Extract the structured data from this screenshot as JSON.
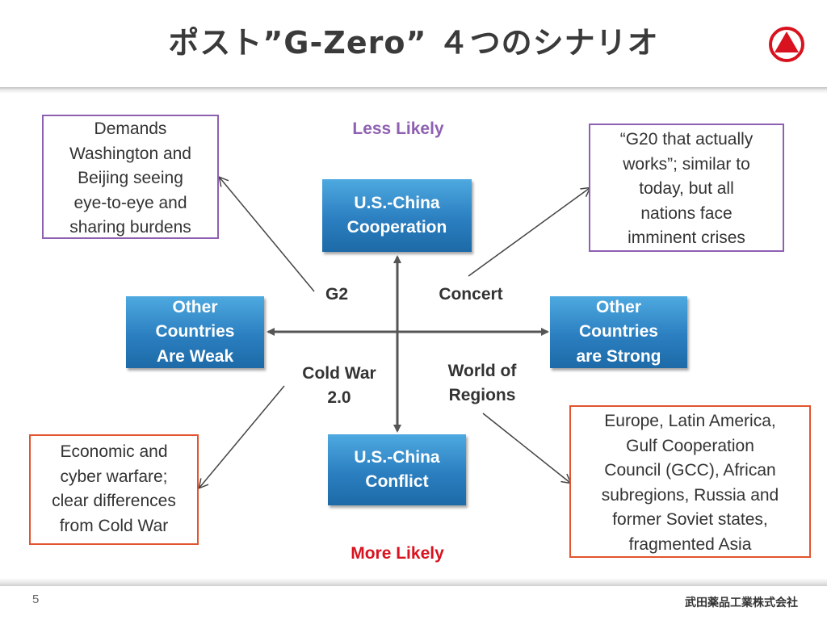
{
  "slide": {
    "title": "ポスト”G-Zero” ４つのシナリオ",
    "page_number": "5",
    "company": "武田薬品工業株式会社",
    "logo_colors": {
      "ring": "#d8121e",
      "triangle": "#d8121e"
    }
  },
  "axis": {
    "top": "U.S.-China Cooperation",
    "bottom": "U.S.-China Conflict",
    "left": "Other Countries Are Weak",
    "right": "Other Countries are Strong",
    "less_likely": "Less Likely",
    "more_likely": "More Likely",
    "top_lines": [
      "U.S.-China",
      "Cooperation"
    ],
    "bottom_lines": [
      "U.S.-China",
      "Conflict"
    ],
    "left_lines": [
      "Other",
      "Countries",
      "Are Weak"
    ],
    "right_lines": [
      "Other",
      "Countries",
      "are Strong"
    ]
  },
  "quadrants": {
    "g2": {
      "label": "G2",
      "description_lines": [
        "Demands",
        "Washington and",
        "Beijing seeing",
        "eye-to-eye and",
        "sharing burdens"
      ]
    },
    "concert": {
      "label": "Concert",
      "description_lines": [
        "“G20 that actually",
        "works”; similar to",
        "today, but all",
        "nations face",
        "imminent crises"
      ]
    },
    "cold_war": {
      "label_lines": [
        "Cold War",
        "2.0"
      ],
      "description_lines": [
        "Economic and",
        "cyber warfare;",
        "clear differences",
        "from Cold War"
      ]
    },
    "world_of_regions": {
      "label_lines": [
        "World of",
        "Regions"
      ],
      "description_lines": [
        "Europe, Latin America,",
        "Gulf Cooperation",
        "Council (GCC), African",
        "subregions, Russia and",
        "former Soviet states,",
        "fragmented Asia"
      ]
    }
  },
  "colors": {
    "less_likely": "#8e60b2",
    "more_likely": "#d8121e",
    "box_blue": "#2b7fc0",
    "purple_border": "#8e60b2",
    "orange_border": "#e2542d"
  }
}
